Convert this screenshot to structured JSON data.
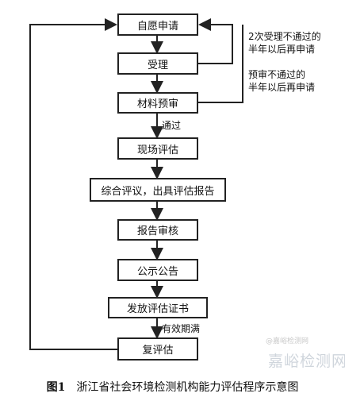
{
  "nodes": [
    {
      "id": "n1",
      "label": "自愿申请"
    },
    {
      "id": "n2",
      "label": "受理"
    },
    {
      "id": "n3",
      "label": "材料预审"
    },
    {
      "id": "n4",
      "label": "现场评估"
    },
    {
      "id": "n5",
      "label": "综合评议，出具评估报告"
    },
    {
      "id": "n6",
      "label": "报告审核"
    },
    {
      "id": "n7",
      "label": "公示公告"
    },
    {
      "id": "n8",
      "label": "发放评估证书"
    },
    {
      "id": "n9",
      "label": "复评估"
    }
  ],
  "edge_labels": {
    "pass": "通过",
    "valid_expired": "有效期满"
  },
  "notes": {
    "reject_twice": [
      "2次受理不通过的",
      "半年以后再申请"
    ],
    "precheck_fail": [
      "预审不通过的",
      "半年以后再申请"
    ]
  },
  "caption": {
    "figure": "图1",
    "title": "浙江省社会环境检测机构能力评估程序示意图"
  },
  "watermark": {
    "brand": "嘉峪检测网",
    "small": "@嘉峪检测网"
  }
}
